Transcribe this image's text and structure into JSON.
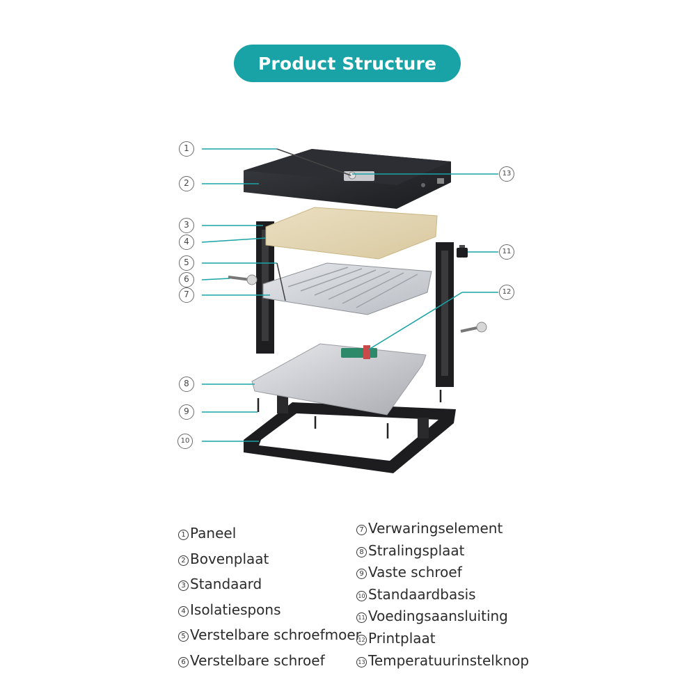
{
  "title": "Product Structure",
  "callout_color": "#1aa3a6",
  "parts": [
    {
      "num": "1",
      "label": "Paneel"
    },
    {
      "num": "2",
      "label": "Bovenplaat"
    },
    {
      "num": "3",
      "label": "Standaard"
    },
    {
      "num": "4",
      "label": "Isolatiespons"
    },
    {
      "num": "5",
      "label": "Verstelbare schroefmoer"
    },
    {
      "num": "6",
      "label": "Verstelbare schroef"
    },
    {
      "num": "7",
      "label": "Verwaringselement"
    },
    {
      "num": "8",
      "label": "Stralingsplaat"
    },
    {
      "num": "9",
      "label": "Vaste schroef"
    },
    {
      "num": "10",
      "label": "Standaardbasis"
    },
    {
      "num": "11",
      "label": "Voedingsaansluiting"
    },
    {
      "num": "12",
      "label": "Printplaat"
    },
    {
      "num": "13",
      "label": "Temperatuurinstelknop"
    }
  ]
}
